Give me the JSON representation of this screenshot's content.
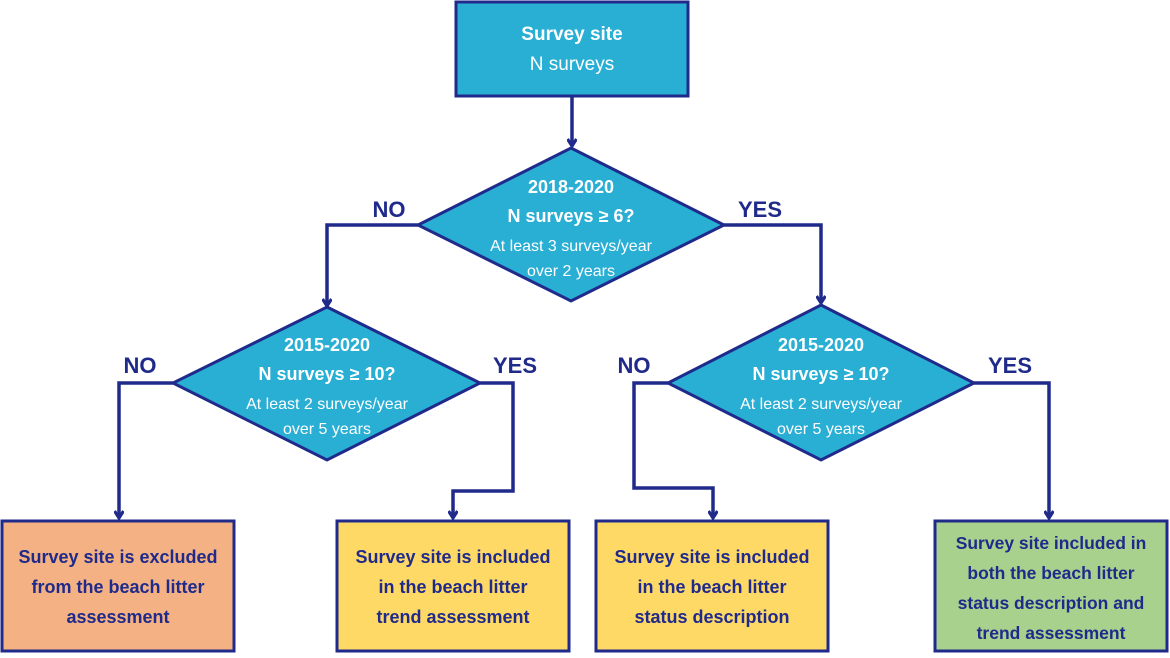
{
  "colors": {
    "border": "#1f2a8a",
    "teal": "#29aed4",
    "orange": "#f4b183",
    "yellow": "#ffd966",
    "green": "#a9d18e"
  },
  "start": {
    "title": "Survey site",
    "subtitle": "N surveys"
  },
  "decision_top": {
    "period": "2018-2020",
    "condition": "N surveys ≥ 6?",
    "note_line1": "At least 3 surveys/year",
    "note_line2": "over 2 years",
    "no_label": "NO",
    "yes_label": "YES"
  },
  "decision_left": {
    "period": "2015-2020",
    "condition": "N surveys ≥ 10?",
    "note_line1": "At least 2 surveys/year",
    "note_line2": "over 5 years",
    "no_label": "NO",
    "yes_label": "YES"
  },
  "decision_right": {
    "period": "2015-2020",
    "condition": "N surveys ≥ 10?",
    "note_line1": "At least 2 surveys/year",
    "note_line2": "over 5 years",
    "no_label": "NO",
    "yes_label": "YES"
  },
  "outcomes": {
    "excluded": [
      "Survey site is excluded",
      "from the beach litter",
      "assessment"
    ],
    "trend": [
      "Survey site is included",
      "in the beach litter",
      "trend assessment"
    ],
    "status": [
      "Survey site is included",
      "in the beach litter",
      "status description"
    ],
    "both": [
      "Survey site included  in",
      "both the beach litter",
      "status description and",
      "trend assessment"
    ]
  }
}
